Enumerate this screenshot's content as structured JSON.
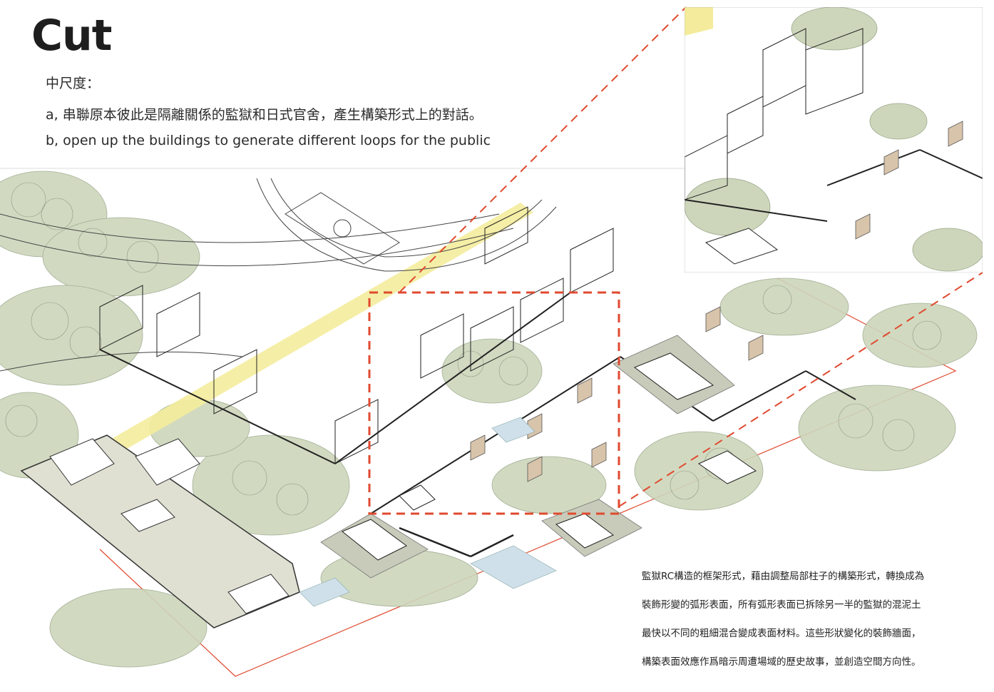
{
  "title": "Cut",
  "intro": {
    "heading": "中尺度：",
    "line_a": "a, 串聯原本彼此是隔離關係的監獄和日式官舍，產生構築形式上的對話。",
    "line_b": "b, open up the buildings to generate different loops for the public"
  },
  "description": [
    "監獄RC構造的框架形式，藉由調整局部柱子的構築形式，轉換成為",
    "裝飾形變的弧形表面，所有弧形表面已拆除另一半的監獄的混泥土",
    "最快以不同的粗細混合變成表面材料。這些形狀變化的裝飾牆面，",
    "構築表面效應作爲暗示周遭場域的歷史故事，並創造空間方向性。"
  ],
  "colors": {
    "accent_red": "#e04a2f",
    "vegetation": "#c9d3b6",
    "path_yellow": "#f4ec9c",
    "platform_gray": "#d8dacb",
    "water": "#cfe0ea",
    "wall_tan": "#d8c4aa"
  }
}
